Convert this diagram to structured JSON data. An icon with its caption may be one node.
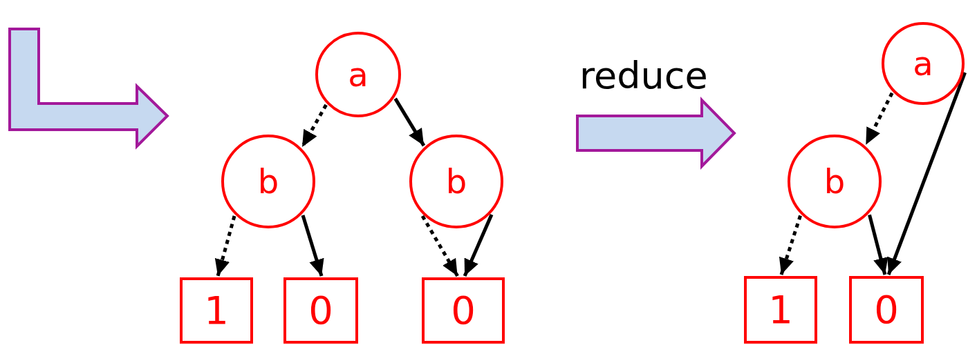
{
  "diagram": {
    "nodes": [
      {
        "text": [
          "a"
        ]
      },
      {
        "text": [
          "b"
        ]
      },
      {
        "text": [
          "b"
        ]
      },
      {
        "text": [
          "1"
        ]
      },
      {
        "text": [
          "0"
        ]
      },
      {
        "text": [
          "0"
        ]
      },
      {
        "text": [
          "a"
        ]
      },
      {
        "text": [
          "b"
        ]
      },
      {
        "text": [
          "1"
        ]
      },
      {
        "text": [
          "0"
        ]
      }
    ],
    "edges": [
      {
        "from": 0,
        "to": 1,
        "arrow": "to",
        "style": "dashed"
      },
      {
        "from": 0,
        "to": 2,
        "arrow": "to"
      },
      {
        "from": 1,
        "to": 3,
        "arrow": "to",
        "style": "dashed"
      },
      {
        "from": 1,
        "to": 4,
        "arrow": "to"
      },
      {
        "from": 2,
        "to": 5,
        "arrow": "to",
        "style": "dashed"
      },
      {
        "from": 2,
        "to": 5,
        "arrow": "to"
      },
      {
        "from": 6,
        "to": 7,
        "arrow": "to",
        "style": "dashed"
      },
      {
        "from": 6,
        "to": 9,
        "arrow": "to"
      },
      {
        "from": 7,
        "to": 8,
        "arrow": "to",
        "style": "dashed"
      },
      {
        "from": 7,
        "to": 9,
        "arrow": "to"
      }
    ],
    "labels": [
      "reduce"
    ]
  }
}
